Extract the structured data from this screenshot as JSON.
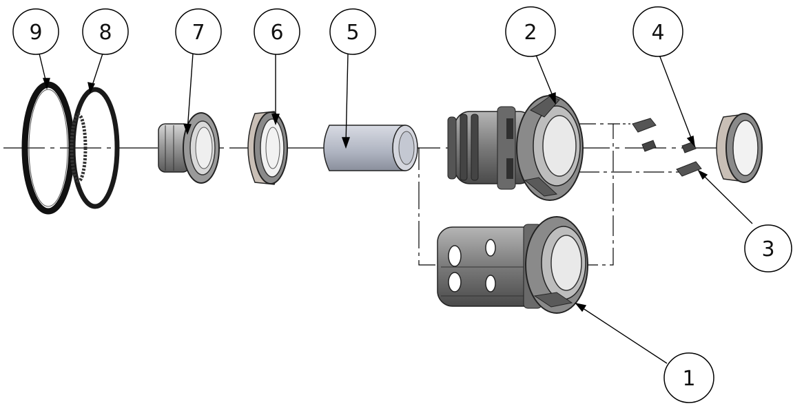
{
  "balloons": [
    {
      "label": "9"
    },
    {
      "label": "8"
    },
    {
      "label": "7"
    },
    {
      "label": "6"
    },
    {
      "label": "5"
    },
    {
      "label": "2"
    },
    {
      "label": "4"
    },
    {
      "label": "3"
    },
    {
      "label": "1"
    }
  ],
  "colors": {
    "line": "#000000",
    "ring_dark": "#222222",
    "metal_light": "#bdbdbd",
    "metal_mid": "#8c8c8c",
    "metal_dark": "#3c3c3c",
    "axle_fill": "#c8ccd6",
    "bearing_face": "#c9bfb6"
  }
}
